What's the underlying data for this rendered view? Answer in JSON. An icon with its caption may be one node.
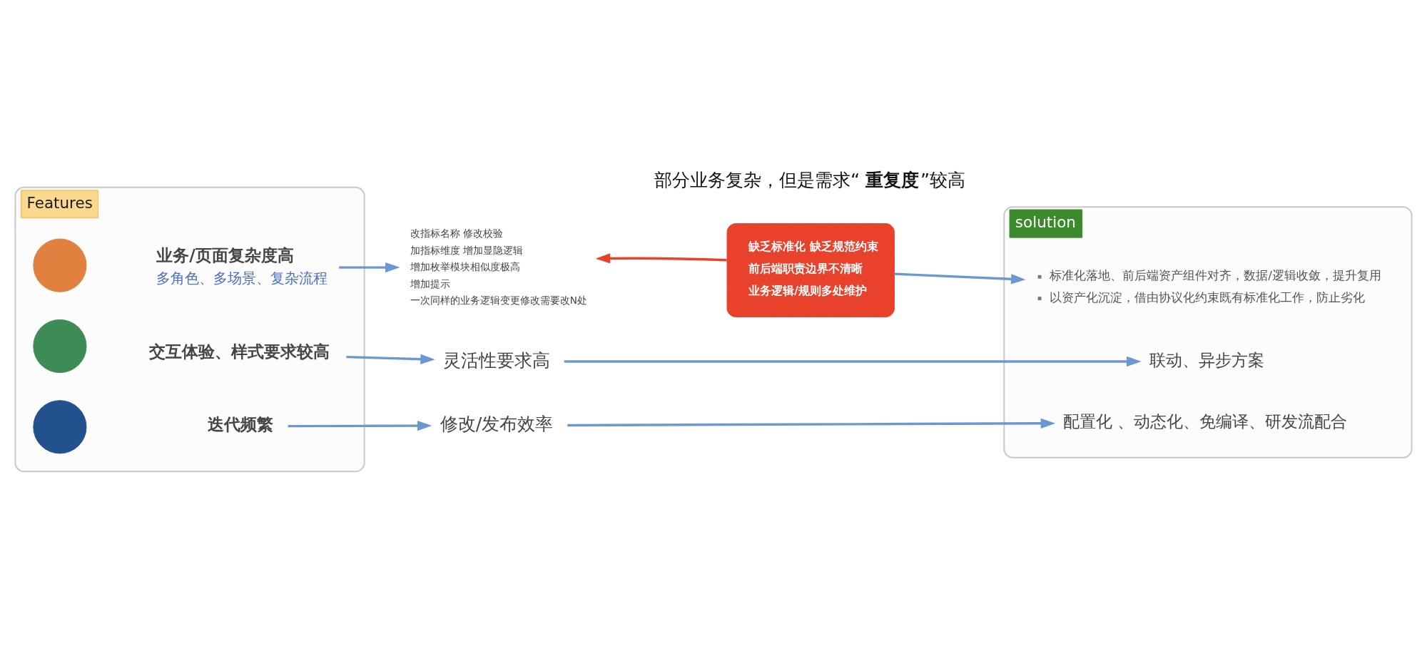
{
  "diagram": {
    "nodes": [
      {
        "text": [
          "Features"
        ]
      },
      {
        "text": [],
        "shape": "circle",
        "in": 0
      },
      {
        "text": [
          "业务/页面复杂度高",
          "多角色、多场景、复杂流程"
        ],
        "in": 0
      },
      {
        "text": [],
        "shape": "circle",
        "in": 0
      },
      {
        "text": [
          "交互体验、样式要求较高"
        ],
        "in": 0
      },
      {
        "text": [],
        "shape": "circle",
        "in": 0
      },
      {
        "text": [
          "迭代频繁"
        ],
        "in": 0
      },
      {
        "text": [
          "改指标名称 修改校验",
          "加指标维度 增加显隐逻辑",
          "增加枚举模块相似度极高",
          "增加提示",
          "一次同样的业务逻辑变更修改需要改N处"
        ]
      },
      {
        "text": [
          "缺乏标准化 缺乏规范约束",
          "前后端职责边界不清晰",
          "业务逻辑/规则多处维护"
        ]
      },
      {
        "text": [
          "灵活性要求高"
        ]
      },
      {
        "text": [
          "修改/发布效率"
        ]
      },
      {
        "text": [
          "solution"
        ]
      },
      {
        "text": [
          "标准化落地、前后端资产组件对齐，数据/逻辑收敛，提升复用",
          "以资产化沉淀，借由协议化约束既有标准化工作，防止劣化"
        ],
        "in": 11
      },
      {
        "text": [
          "联动、异步方案"
        ],
        "in": 11
      },
      {
        "text": [
          "配置化 、动态化、免编译、研发流配合"
        ],
        "in": 11
      }
    ],
    "edges": [
      {
        "from": 2,
        "to": 7,
        "arrow": "to"
      },
      {
        "from": 8,
        "to": 7,
        "arrow": "to",
        "color": "#e8412c"
      },
      {
        "from": 8,
        "to": 12,
        "arrow": "to"
      },
      {
        "from": 4,
        "to": 9,
        "arrow": "to"
      },
      {
        "from": 9,
        "to": 13,
        "arrow": "to"
      },
      {
        "from": 6,
        "to": 10,
        "arrow": "to"
      },
      {
        "from": 10,
        "to": 14,
        "arrow": "to"
      }
    ],
    "labels": [
      "部分业务复杂，但是需求“**重复度**”较高"
    ]
  }
}
